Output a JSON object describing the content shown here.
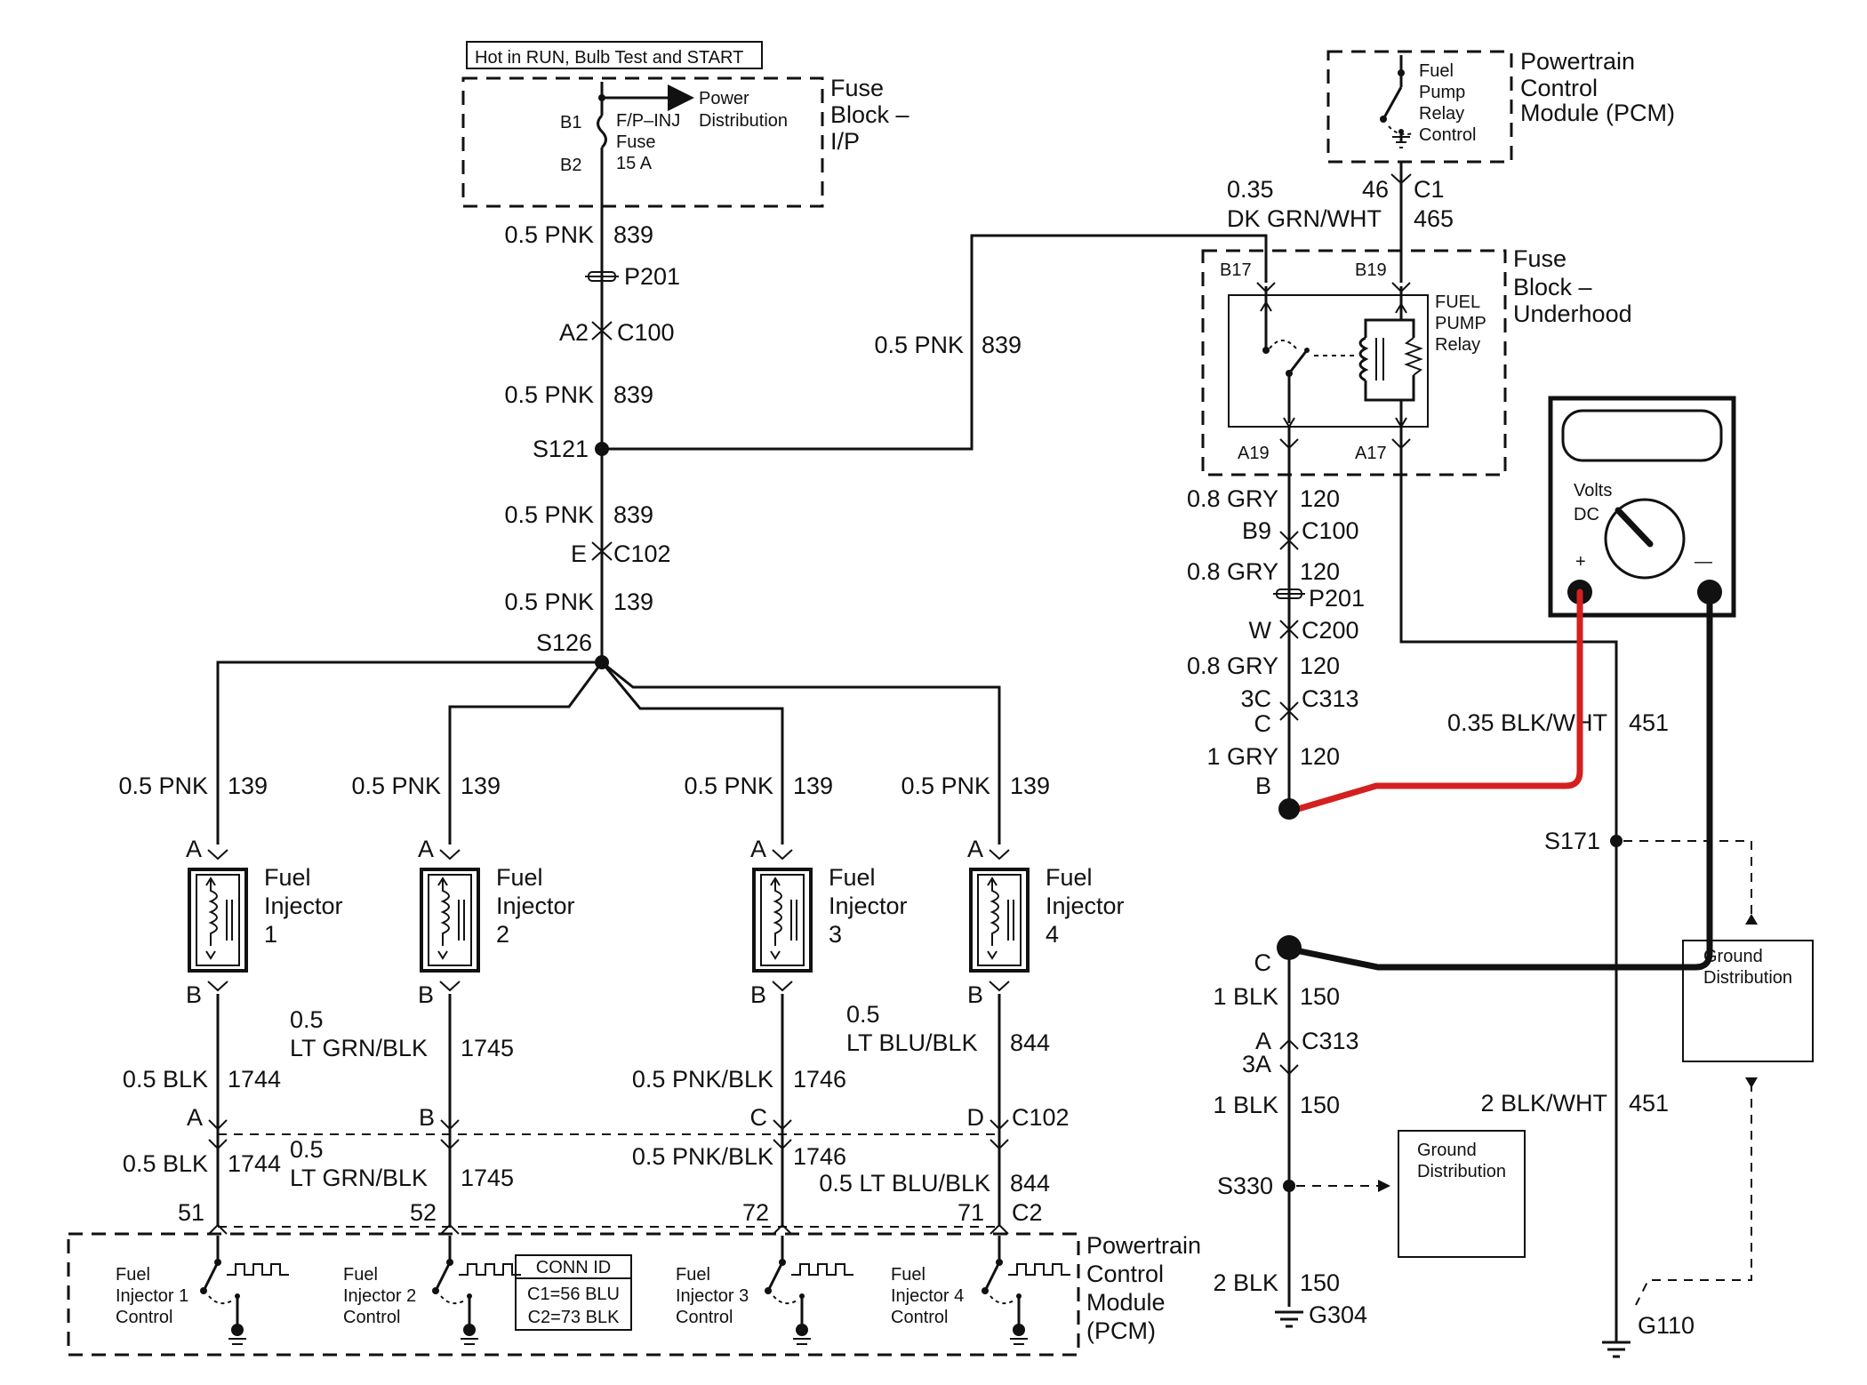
{
  "header": {
    "hot_label": "Hot in RUN, Bulb Test and START"
  },
  "fuse_block_ip": {
    "name": "Fuse Block – I/P",
    "line1": "Fuse",
    "line2": "Block –",
    "line3": "I/P",
    "power_dist1": "Power",
    "power_dist2": "Distribution",
    "fuse_name1": "F/P–INJ",
    "fuse_name2": "Fuse",
    "fuse_rating": "15 A",
    "pin_b1": "B1",
    "pin_b2": "B2"
  },
  "pcm_top": {
    "line1": "Powertrain",
    "line2": "Control",
    "line3": "Module (PCM)",
    "relay_ctrl1": "Fuel",
    "relay_ctrl2": "Pump",
    "relay_ctrl3": "Relay",
    "relay_ctrl4": "Control",
    "gauge": "0.35",
    "color": "DK GRN/WHT",
    "pin": "46",
    "circuit": "465",
    "conn": "C1"
  },
  "fuse_block_uh": {
    "line1": "Fuse",
    "line2": "Block –",
    "line3": "Underhood",
    "pin_b17": "B17",
    "pin_b19": "B19",
    "pin_a19": "A19",
    "pin_a17": "A17",
    "relay1": "FUEL",
    "relay2": "PUMP",
    "relay3": "Relay"
  },
  "main_feed": {
    "w1_gauge": "0.5 PNK",
    "w1_circ": "839",
    "p201": "P201",
    "a2": "A2",
    "c100": "C100",
    "w2_gauge": "0.5 PNK",
    "w2_circ": "839",
    "s121": "S121",
    "w3_gauge": "0.5 PNK",
    "w3_circ": "839",
    "e": "E",
    "c102": "C102",
    "w4_gauge": "0.5 PNK",
    "w4_circ": "139",
    "s126": "S126",
    "branch_gauge": "0.5 PNK",
    "branch_circ": "839"
  },
  "injectors": [
    {
      "label1": "Fuel",
      "label2": "Injector",
      "num": "1",
      "pin_a": "A",
      "pin_b": "B",
      "feed_gauge": "0.5 PNK",
      "feed_circ": "139"
    },
    {
      "label1": "Fuel",
      "label2": "Injector",
      "num": "2",
      "pin_a": "A",
      "pin_b": "B",
      "feed_gauge": "0.5 PNK",
      "feed_circ": "139"
    },
    {
      "label1": "Fuel",
      "label2": "Injector",
      "num": "3",
      "pin_a": "A",
      "pin_b": "B",
      "feed_gauge": "0.5 PNK",
      "feed_circ": "139"
    },
    {
      "label1": "Fuel",
      "label2": "Injector",
      "num": "4",
      "pin_a": "A",
      "pin_b": "B",
      "feed_gauge": "0.5 PNK",
      "feed_circ": "139"
    }
  ],
  "injector_wires": {
    "w1_gauge": "0.5 BLK",
    "w1_circ": "1744",
    "w2_gauge_a": "0.5",
    "w2_gauge_b": "LT GRN/BLK",
    "w2_circ": "1745",
    "w3_gauge": "0.5 PNK/BLK",
    "w3_circ": "1746",
    "w4_gauge_a": "0.5",
    "w4_gauge_b": "LT BLU/BLK",
    "w4_circ": "844",
    "c102_pin_a": "A",
    "c102_pin_b": "B",
    "c102_pin_c": "C",
    "c102_pin_d": "D",
    "c102": "C102",
    "l1_gauge": "0.5 BLK",
    "l1_circ": "1744",
    "l2_gauge_a": "0.5",
    "l2_gauge_b": "LT GRN/BLK",
    "l2_circ": "1745",
    "l3_gauge": "0.5 PNK/BLK",
    "l3_circ": "1746",
    "l4_gauge": "0.5 LT BLU/BLK",
    "l4_circ": "844",
    "pcm_pin1": "51",
    "pcm_pin2": "52",
    "pcm_pin3": "72",
    "pcm_pin4": "71",
    "pcm_conn": "C2"
  },
  "pcm_bottom": {
    "line1": "Powertrain",
    "line2": "Control",
    "line3": "Module",
    "line4": "(PCM)",
    "ctrl": [
      {
        "l1": "Fuel",
        "l2": "Injector 1",
        "l3": "Control"
      },
      {
        "l1": "Fuel",
        "l2": "Injector 2",
        "l3": "Control"
      },
      {
        "l1": "Fuel",
        "l2": "Injector 3",
        "l3": "Control"
      },
      {
        "l1": "Fuel",
        "l2": "Injector 4",
        "l3": "Control"
      }
    ],
    "conn_id_title": "CONN ID",
    "conn_id_c1": "C1=56 BLU",
    "conn_id_c2": "C2=73 BLK"
  },
  "relay_output": {
    "w1_gauge": "0.8 GRY",
    "w1_circ": "120",
    "b9": "B9",
    "c100": "C100",
    "w2_gauge": "0.8 GRY",
    "w2_circ": "120",
    "p201": "P201",
    "w": "W",
    "c200": "C200",
    "w3_gauge": "0.8 GRY",
    "w3_circ": "120",
    "p3c": "3C",
    "c313": "C313",
    "pc": "C",
    "w4_gauge": "1 GRY",
    "w4_circ": "120",
    "pb": "B"
  },
  "ground_side": {
    "pc": "C",
    "w1_gauge": "1 BLK",
    "w1_circ": "150",
    "pa": "A",
    "c313": "C313",
    "p3a": "3A",
    "w2_gauge": "1 BLK",
    "w2_circ": "150",
    "s330": "S330",
    "w3_gauge": "2 BLK",
    "w3_circ": "150",
    "g304": "G304",
    "gd1_l1": "Ground",
    "gd1_l2": "Distribution",
    "r_w1_gauge": "0.35 BLK/WHT",
    "r_w1_circ": "451",
    "s171": "S171",
    "gd2_l1": "Ground",
    "gd2_l2": "Distribution",
    "r_w2_gauge": "2 BLK/WHT",
    "r_w2_circ": "451",
    "g110": "G110"
  },
  "meter": {
    "mode1": "Volts",
    "mode2": "DC",
    "plus": "+",
    "minus": "—",
    "red_lead": "#d42020",
    "black_lead": "#111111"
  }
}
